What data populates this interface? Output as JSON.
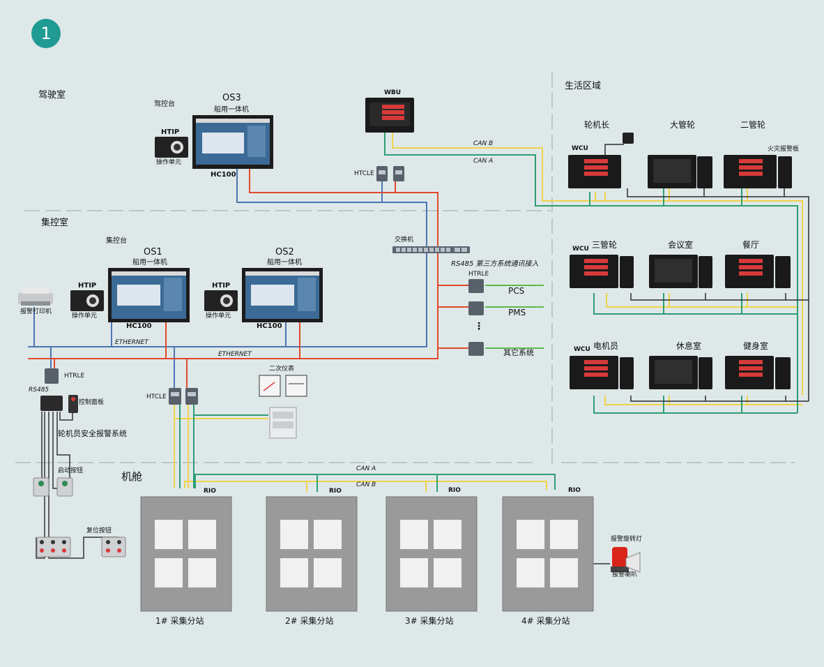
{
  "badge": "1",
  "zones": {
    "bridge": "驾驶室",
    "control_room": "集控室",
    "living": "生活区域",
    "engine_room": "机舱"
  },
  "bridge": {
    "console": "驾控台",
    "os3_title": "OS3",
    "os3_sub": "船用一体机",
    "os3_model": "HC100",
    "htip": "HTIP",
    "htip_sub": "操作单元",
    "wbu": "WBU",
    "htcle": "HTCLE"
  },
  "control": {
    "console": "集控台",
    "os1_title": "OS1",
    "os1_sub": "船用一体机",
    "os1_model": "HC100",
    "os2_title": "OS2",
    "os2_sub": "船用一体机",
    "os2_model": "HC100",
    "htip1": "HTIP",
    "htip1_sub": "操作单元",
    "htip2": "HTIP",
    "htip2_sub": "操作单元",
    "switch": "交换机",
    "printer": "报警打印机",
    "ethernet1": "ETHERNET",
    "ethernet2": "ETHERNET",
    "rs485_third": "RS485 第三方系统通讯接入",
    "htrle_top": "HTRLE",
    "pcs": "PCS",
    "pms": "PMS",
    "dots": "⋮",
    "other": "其它系统",
    "htrle_left": "HTRLE",
    "rs485": "RS485",
    "control_panel": "控制面板",
    "alarm_system": "轮机员安全报警系统",
    "htcle2": "HTCLE",
    "meters": "二次仪表"
  },
  "canbus": {
    "can_b_top": "CAN B",
    "can_a_top": "CAN A",
    "can_a_bottom": "CAN A",
    "can_b_bottom": "CAN B"
  },
  "living": {
    "row1": [
      "轮机长",
      "大管轮",
      "二管轮"
    ],
    "row2": [
      "三管轮",
      "会议室",
      "餐厅"
    ],
    "row3": [
      "电机员",
      "休息室",
      "健身室"
    ],
    "wcu1": "WCU",
    "wcu2": "WCU",
    "wcu3": "WCU",
    "fire_panel": "火灾报警板"
  },
  "engine": {
    "start_button": "启动按钮",
    "reset_button": "复位按钮",
    "rio": [
      "RIO",
      "RIO",
      "RIO",
      "RIO"
    ],
    "stations": [
      "1# 采集分站",
      "2# 采集分站",
      "3# 采集分站",
      "4# 采集分站"
    ],
    "beacon": "报警旋转灯",
    "horn": "报警喇叭"
  },
  "colors": {
    "background": "#dfe8e9",
    "badge": "#1f9b93",
    "ethernet_blue": "#4a74b4",
    "ethernet_red": "#e0482b",
    "can_yellow": "#f0d24a",
    "can_green": "#2d9d72",
    "rs485_green": "#5bb84a",
    "cabinet": "#9a9a9a"
  }
}
